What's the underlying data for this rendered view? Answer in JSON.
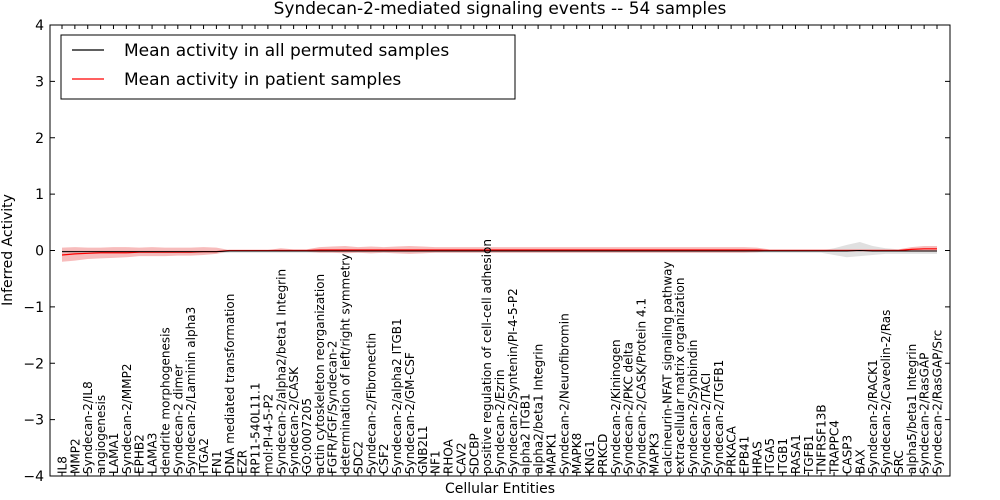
{
  "chart_data": {
    "type": "line",
    "title": "Syndecan-2-mediated signaling events -- 54 samples",
    "xlabel": "Cellular Entities",
    "ylabel": "Inferred Activity",
    "ylim": [
      -4,
      4
    ],
    "yticks": [
      "−4",
      "−3",
      "−2",
      "−1",
      "0",
      "1",
      "2",
      "3",
      "4"
    ],
    "ytick_values": [
      -4,
      -3,
      -2,
      -1,
      0,
      1,
      2,
      3,
      4
    ],
    "grid": false,
    "legend_placement": "top-left",
    "categories": [
      "IL8",
      "MMP2",
      "Syndecan-2/IL8",
      "angiogenesis",
      "LAMA1",
      "Syndecan-2/MMP2",
      "EPHB2",
      "LAMA3",
      "dendrite morphogenesis",
      "Syndecan-2 dimer",
      "Syndecan-2/Laminin alpha3",
      "ITGA2",
      "FN1",
      "DNA mediated transformation",
      "EZR",
      "RP11-540L11.1",
      "mol:PI-4-5-P2",
      "Syndecan-2/alpha2/beta1 Integrin",
      "Syndecan-2/CASK",
      "GO:0007205",
      "actin cytoskeleton reorganization",
      "FGFR/FGF/Syndecan-2",
      "determination of left/right symmetry",
      "SDC2",
      "Syndecan-2/Fibronectin",
      "CSF2",
      "Syndecan-2/alpha2 ITGB1",
      "Syndecan-2/GM-CSF",
      "GNB2L1",
      "NF1",
      "RHOA",
      "CAV2",
      "SDCBP",
      "positive regulation of cell-cell adhesion",
      "Syndecan-2/Ezrin",
      "Syndecan-2/Syntenin/PI-4-5-P2",
      "alpha2 ITGB1",
      "alpha2/beta1 Integrin",
      "MAPK1",
      "Syndecan-2/Neurofibromin",
      "MAPK8",
      "KNG1",
      "PRKCD",
      "Syndecan-2/Kininogen",
      "Syndecan-2/PKC delta",
      "Syndecan-2/CASK/Protein 4.1",
      "MAPK3",
      "calcineurin-NFAT signaling pathway",
      "extracellular matrix organization",
      "Syndecan-2/Synbindin",
      "Syndecan-2/TACI",
      "Syndecan-2/TGFB1",
      "PRKACA",
      "EPB41",
      "HRAS",
      "ITGA5",
      "ITGB1",
      "RASA1",
      "TGFB1",
      "TNFRSF13B",
      "TRAPPC4",
      "CASP3",
      "BAX",
      "Syndecan-2/RACK1",
      "Syndecan-2/Caveolin-2/Ras",
      "SRC",
      "alpha5/beta1 Integrin",
      "Syndecan-2/RasGAP",
      "Syndecan-2/RasGAP/Src"
    ],
    "series": [
      {
        "name": "Mean activity in all permuted samples",
        "color": "#000000",
        "values": [
          -0.02,
          -0.02,
          -0.02,
          -0.02,
          -0.02,
          -0.02,
          -0.02,
          -0.02,
          -0.02,
          -0.02,
          -0.02,
          -0.02,
          -0.02,
          -0.01,
          -0.01,
          -0.01,
          -0.01,
          -0.01,
          -0.01,
          -0.01,
          -0.01,
          -0.01,
          -0.01,
          -0.01,
          -0.01,
          -0.01,
          -0.01,
          -0.01,
          -0.01,
          -0.01,
          -0.01,
          -0.01,
          -0.01,
          -0.01,
          -0.01,
          -0.01,
          -0.01,
          -0.01,
          -0.01,
          -0.01,
          -0.01,
          -0.01,
          -0.01,
          -0.01,
          -0.01,
          -0.01,
          -0.01,
          -0.01,
          -0.01,
          -0.01,
          -0.01,
          -0.01,
          -0.01,
          -0.01,
          -0.01,
          -0.01,
          -0.01,
          -0.01,
          -0.01,
          -0.01,
          -0.01,
          -0.01,
          0.0,
          -0.01,
          -0.01,
          -0.01,
          -0.01,
          -0.01,
          -0.01
        ],
        "band_upper": [
          0.0,
          0.0,
          0.0,
          0.0,
          0.0,
          0.0,
          0.0,
          0.0,
          0.0,
          0.0,
          0.0,
          0.0,
          0.0,
          0.0,
          0.0,
          0.0,
          0.0,
          0.0,
          0.0,
          0.0,
          0.0,
          0.0,
          0.0,
          0.0,
          0.0,
          0.0,
          0.0,
          0.0,
          0.0,
          0.0,
          0.0,
          0.0,
          0.0,
          0.0,
          0.0,
          0.0,
          0.0,
          0.0,
          0.0,
          0.0,
          0.0,
          0.0,
          0.0,
          0.0,
          0.0,
          0.0,
          0.0,
          0.0,
          0.0,
          0.0,
          0.0,
          0.0,
          0.0,
          0.0,
          0.0,
          0.0,
          0.0,
          0.0,
          0.0,
          0.0,
          0.04,
          0.1,
          0.15,
          0.08,
          0.04,
          0.02,
          0.02,
          0.02,
          0.02
        ],
        "band_lower": [
          -0.05,
          -0.05,
          -0.05,
          -0.05,
          -0.05,
          -0.05,
          -0.05,
          -0.05,
          -0.05,
          -0.05,
          -0.05,
          -0.05,
          -0.05,
          -0.04,
          -0.04,
          -0.04,
          -0.04,
          -0.04,
          -0.04,
          -0.04,
          -0.04,
          -0.04,
          -0.04,
          -0.04,
          -0.04,
          -0.04,
          -0.04,
          -0.04,
          -0.04,
          -0.04,
          -0.04,
          -0.04,
          -0.04,
          -0.04,
          -0.04,
          -0.04,
          -0.04,
          -0.04,
          -0.04,
          -0.04,
          -0.04,
          -0.04,
          -0.04,
          -0.04,
          -0.04,
          -0.04,
          -0.04,
          -0.04,
          -0.04,
          -0.04,
          -0.04,
          -0.04,
          -0.04,
          -0.04,
          -0.04,
          -0.04,
          -0.04,
          -0.04,
          -0.04,
          -0.04,
          -0.08,
          -0.12,
          -0.1,
          -0.08,
          -0.06,
          -0.06,
          -0.06,
          -0.06,
          -0.06
        ],
        "band_color": "#bbbbbb"
      },
      {
        "name": "Mean activity in patient samples",
        "color": "#ff0000",
        "values": [
          -0.08,
          -0.06,
          -0.05,
          -0.04,
          -0.04,
          -0.04,
          -0.03,
          -0.03,
          -0.03,
          -0.03,
          -0.03,
          -0.02,
          -0.02,
          0.0,
          0.0,
          0.0,
          0.0,
          0.0,
          0.0,
          0.0,
          0.01,
          0.01,
          0.01,
          0.01,
          0.01,
          0.01,
          0.01,
          0.01,
          0.01,
          0.01,
          0.01,
          0.01,
          0.01,
          0.01,
          0.01,
          0.01,
          0.01,
          0.01,
          0.01,
          0.01,
          0.01,
          0.01,
          0.01,
          0.01,
          0.01,
          0.01,
          0.01,
          0.01,
          0.01,
          0.01,
          0.01,
          0.01,
          0.01,
          0.01,
          0.01,
          0.0,
          0.0,
          0.0,
          0.0,
          0.0,
          0.0,
          0.0,
          0.0,
          0.0,
          0.0,
          0.0,
          0.02,
          0.03,
          0.03
        ],
        "band_upper": [
          0.05,
          0.06,
          0.05,
          0.05,
          0.06,
          0.06,
          0.05,
          0.06,
          0.05,
          0.05,
          0.05,
          0.06,
          0.05,
          0.01,
          0.01,
          0.01,
          0.01,
          0.04,
          0.02,
          0.02,
          0.06,
          0.07,
          0.08,
          0.06,
          0.07,
          0.06,
          0.07,
          0.08,
          0.07,
          0.06,
          0.06,
          0.06,
          0.06,
          0.06,
          0.06,
          0.06,
          0.06,
          0.06,
          0.06,
          0.06,
          0.06,
          0.06,
          0.06,
          0.06,
          0.06,
          0.06,
          0.06,
          0.06,
          0.06,
          0.06,
          0.06,
          0.06,
          0.06,
          0.06,
          0.05,
          0.02,
          0.02,
          0.02,
          0.02,
          0.02,
          0.02,
          0.02,
          0.02,
          0.02,
          0.02,
          0.02,
          0.06,
          0.08,
          0.08
        ],
        "band_lower": [
          -0.2,
          -0.18,
          -0.15,
          -0.14,
          -0.13,
          -0.12,
          -0.1,
          -0.1,
          -0.1,
          -0.09,
          -0.09,
          -0.08,
          -0.06,
          -0.01,
          -0.01,
          -0.01,
          -0.01,
          -0.02,
          -0.02,
          -0.02,
          -0.04,
          -0.04,
          -0.05,
          -0.04,
          -0.05,
          -0.04,
          -0.05,
          -0.06,
          -0.05,
          -0.04,
          -0.04,
          -0.04,
          -0.04,
          -0.04,
          -0.04,
          -0.04,
          -0.04,
          -0.04,
          -0.04,
          -0.04,
          -0.04,
          -0.04,
          -0.04,
          -0.04,
          -0.04,
          -0.04,
          -0.04,
          -0.04,
          -0.04,
          -0.04,
          -0.04,
          -0.04,
          -0.04,
          -0.04,
          -0.03,
          -0.01,
          -0.01,
          -0.01,
          -0.01,
          -0.01,
          -0.01,
          -0.01,
          -0.01,
          -0.01,
          -0.01,
          -0.01,
          -0.02,
          -0.02,
          -0.02
        ],
        "band_color": "#f4a0a0"
      }
    ]
  }
}
